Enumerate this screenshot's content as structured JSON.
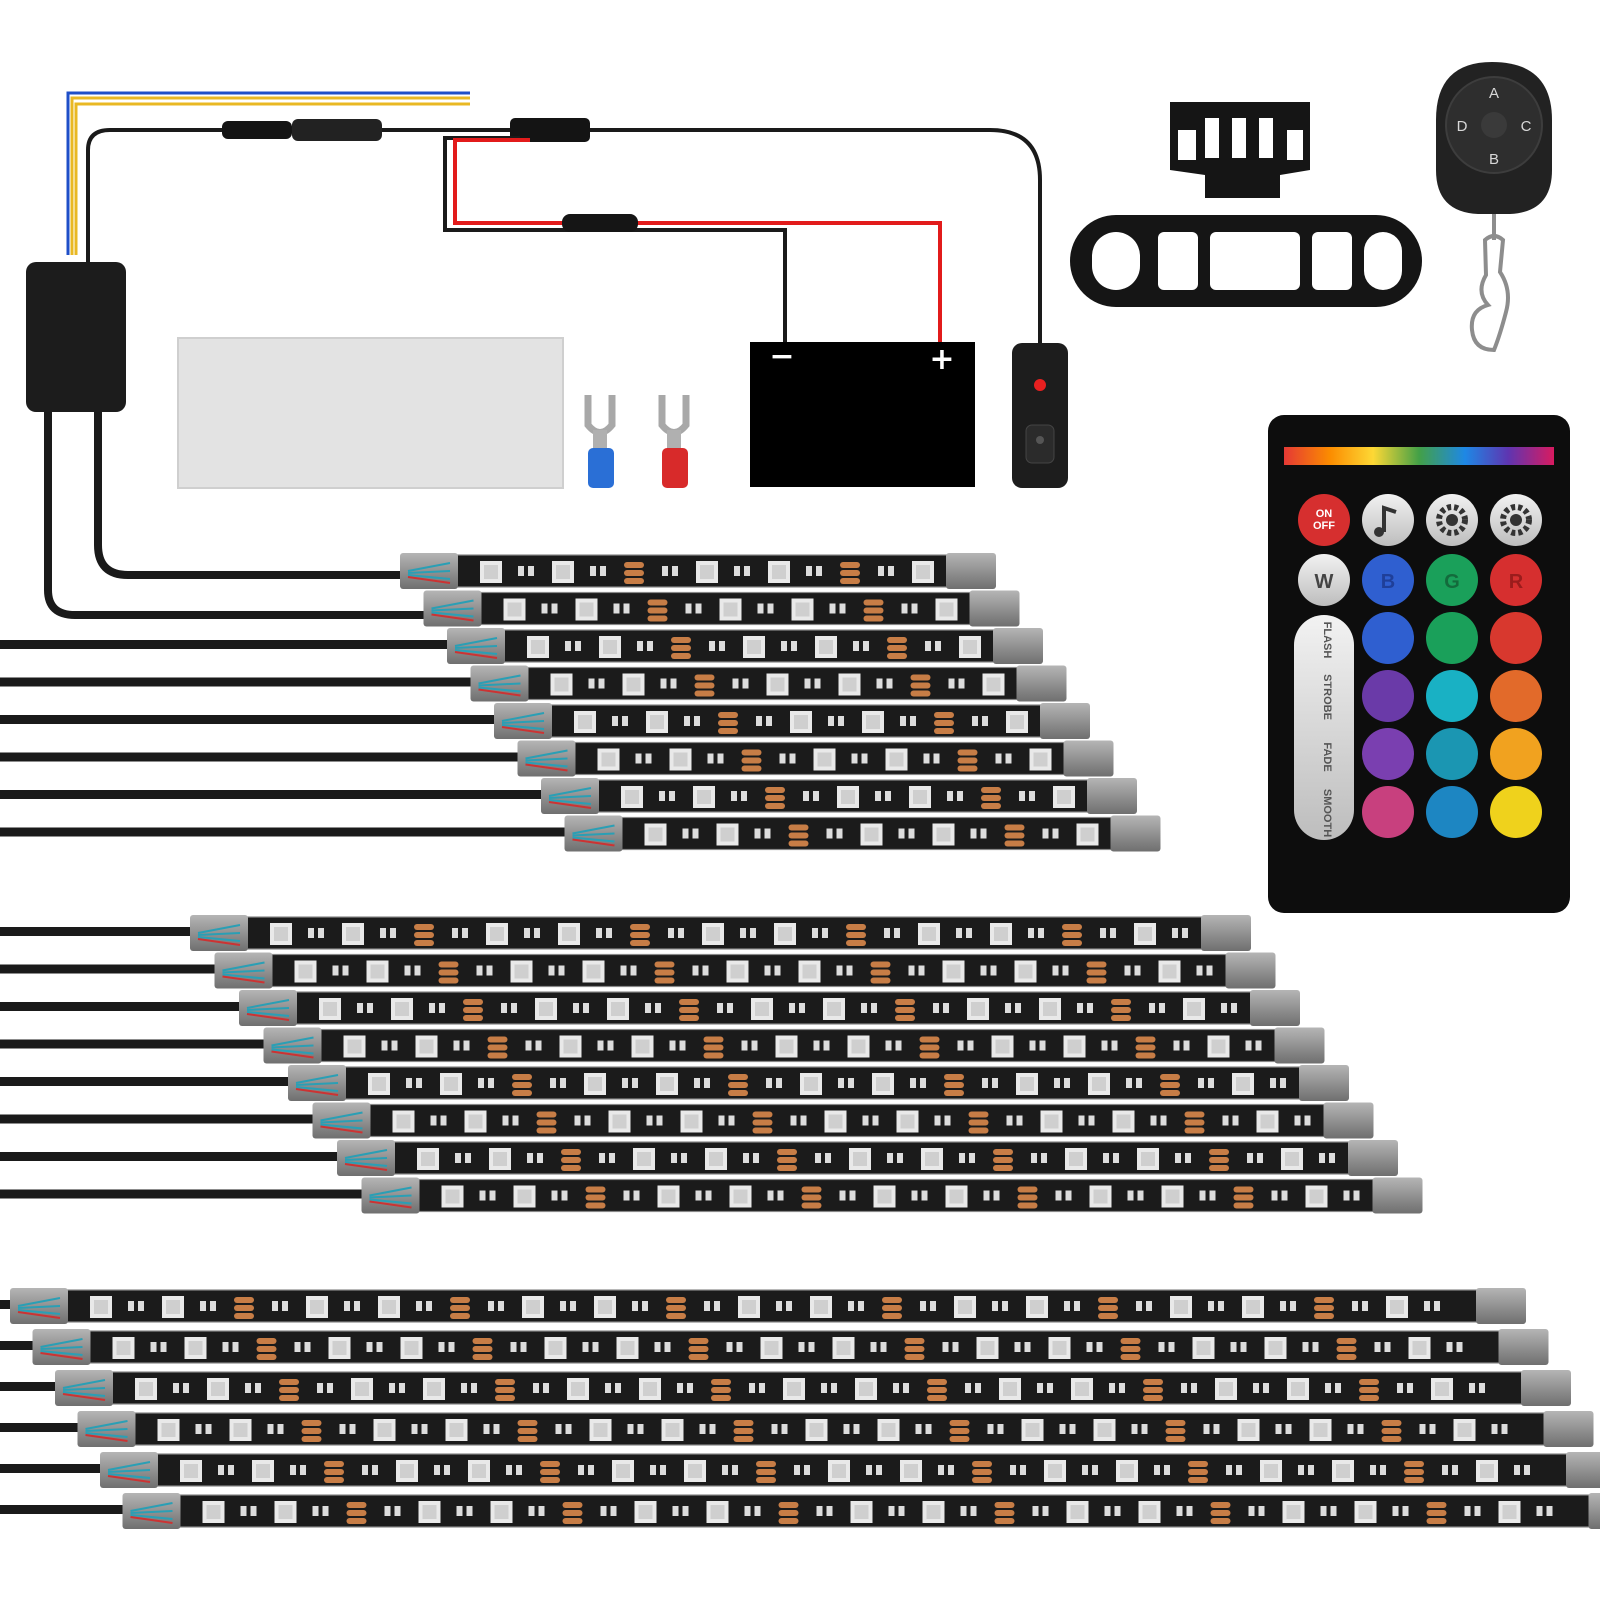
{
  "battery": {
    "minus": "−",
    "plus": "+"
  },
  "keyfob": {
    "button_a": "A",
    "button_b": "B",
    "button_c": "C",
    "button_d": "D"
  },
  "rf_remote": {
    "power_label": "ON\nOFF",
    "white_label": "W",
    "blue_label": "B",
    "green_label": "G",
    "red_label": "R",
    "flash_label": "FLASH",
    "strobe_label": "STROBE",
    "fade_label": "FADE",
    "smooth_label": "SMOOTH",
    "color_grid": [
      [
        "#2f5fd0",
        "#1aa05a",
        "#d8382e"
      ],
      [
        "#6a3aa8",
        "#19b1c4",
        "#e26a2a"
      ],
      [
        "#7a3fb0",
        "#1b96b2",
        "#f1a21f"
      ],
      [
        "#c8407e",
        "#1d86c2",
        "#efd21c"
      ]
    ],
    "rainbow_colors": [
      "#e53935",
      "#fb8c00",
      "#fdd835",
      "#43a047",
      "#1e88e5",
      "#5e35b1",
      "#d81b60"
    ]
  },
  "strip_groups": [
    {
      "name": "short",
      "count": 8
    },
    {
      "name": "medium",
      "count": 8
    },
    {
      "name": "long",
      "count": 6
    }
  ],
  "colors": {
    "strip_pcb": "#1b1b1b",
    "strip_end_cap": "#8f8f8f",
    "cable": "#1a1a1a",
    "wire_red": "#e21b1b",
    "wire_yellow": "#e9b824",
    "wire_blue": "#1f4fc8",
    "terminal_blue": "#2a6fd6",
    "terminal_red": "#d82a2a",
    "resistor_pad": "#c77d46"
  }
}
